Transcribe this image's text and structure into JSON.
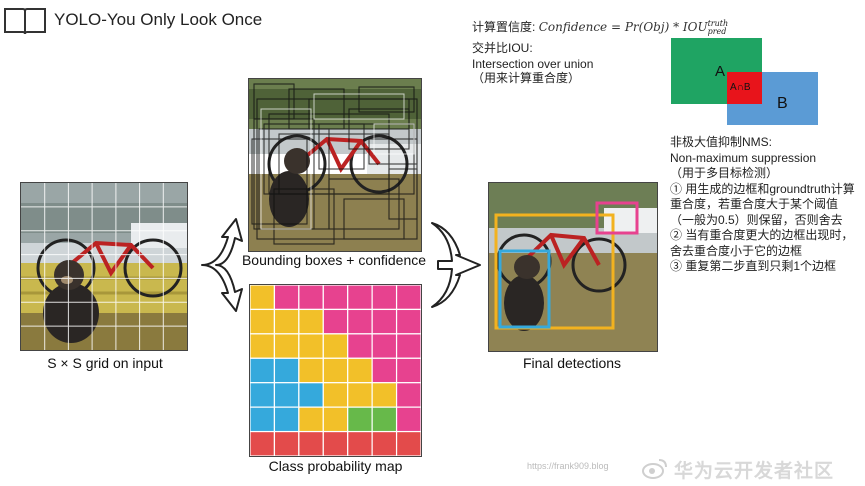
{
  "header": {
    "title": "YOLO-You Only Look Once"
  },
  "captions": {
    "grid": "S × S grid on input",
    "boxes": "Bounding boxes + confidence",
    "class_map": "Class probability map",
    "final": "Final detections"
  },
  "confidence": {
    "label": "计算置信度:",
    "formula_main": "Confidence = Pr(Obj) * IOU",
    "formula_sup": "truth",
    "formula_sub": "pred"
  },
  "iou": {
    "line1": "交并比IOU:",
    "line2": "Intersection over union",
    "line3": "（用来计算重合度）",
    "label_a": "A",
    "label_b": "B",
    "label_intersection": "A∩B",
    "colors": {
      "a": "#1fa463",
      "b": "#5b9bd5",
      "intersection": "#e8141b"
    }
  },
  "nms": {
    "lines": [
      "非极大值抑制NMS:",
      "Non-maximum suppression",
      "（用于多目标检测）",
      "① 用生成的边框和groundtruth计算",
      "重合度，若重合度大于某个阈值",
      "（一般为0.5）则保留，否则舍去",
      "② 当有重合度更大的边框出现时，",
      "舍去重合度小于它的边框",
      "③ 重复第二步直到只剩1个边框"
    ]
  },
  "class_map": {
    "rows": 7,
    "cols": 7,
    "colors": {
      "magenta": "#e7428f",
      "yellow": "#f2c029",
      "blue": "#35a9dc",
      "green": "#67b94a",
      "red": "#e34b4b"
    },
    "cells": [
      [
        "yellow",
        "magenta",
        "magenta",
        "magenta",
        "magenta",
        "magenta",
        "magenta"
      ],
      [
        "yellow",
        "yellow",
        "yellow",
        "magenta",
        "magenta",
        "magenta",
        "magenta"
      ],
      [
        "yellow",
        "yellow",
        "yellow",
        "yellow",
        "magenta",
        "magenta",
        "magenta"
      ],
      [
        "blue",
        "blue",
        "yellow",
        "yellow",
        "yellow",
        "magenta",
        "magenta"
      ],
      [
        "blue",
        "blue",
        "blue",
        "yellow",
        "yellow",
        "yellow",
        "magenta"
      ],
      [
        "blue",
        "blue",
        "yellow",
        "yellow",
        "green",
        "green",
        "magenta"
      ],
      [
        "red",
        "red",
        "red",
        "red",
        "red",
        "red",
        "red"
      ]
    ]
  },
  "detections": {
    "colors": {
      "dog": "#35a9dc",
      "bicycle": "#f2b21f",
      "car": "#e7428f"
    }
  },
  "footer": {
    "watermark": "https://frank909.blog",
    "brand": "华为云开发者社区"
  }
}
